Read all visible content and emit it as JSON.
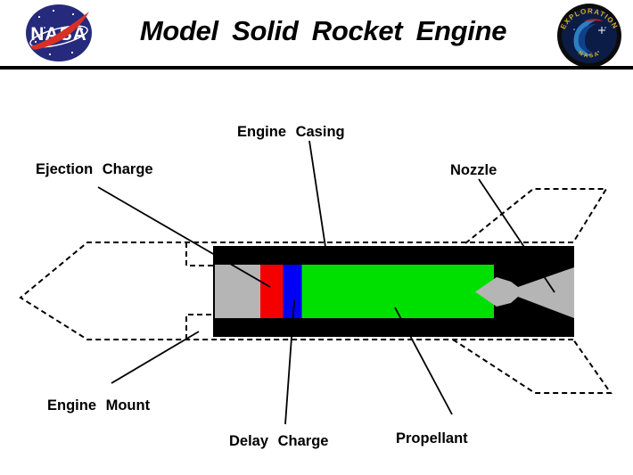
{
  "header": {
    "title": "Model Solid Rocket Engine",
    "nasa_logo_text": "NASA",
    "exploration_badge": {
      "arc_text": "EXPLORATION",
      "bottom_text": "NASA"
    }
  },
  "diagram": {
    "labels": {
      "engine_casing": "Engine Casing",
      "ejection_charge": "Ejection Charge",
      "nozzle": "Nozzle",
      "engine_mount": "Engine Mount",
      "delay_charge": "Delay Charge",
      "propellant": "Propellant"
    },
    "colors": {
      "casing": "#000000",
      "end_cap": "#b5b5b5",
      "ejection_charge": "#f40000",
      "delay_charge": "#0000f4",
      "propellant": "#00e000",
      "nozzle": "#b5b5b5",
      "outline": "#000000",
      "nasa_blue": "#252a7c",
      "nasa_red": "#d93025",
      "badge_navy": "#0b1c46",
      "badge_gold": "#d8a927"
    }
  }
}
